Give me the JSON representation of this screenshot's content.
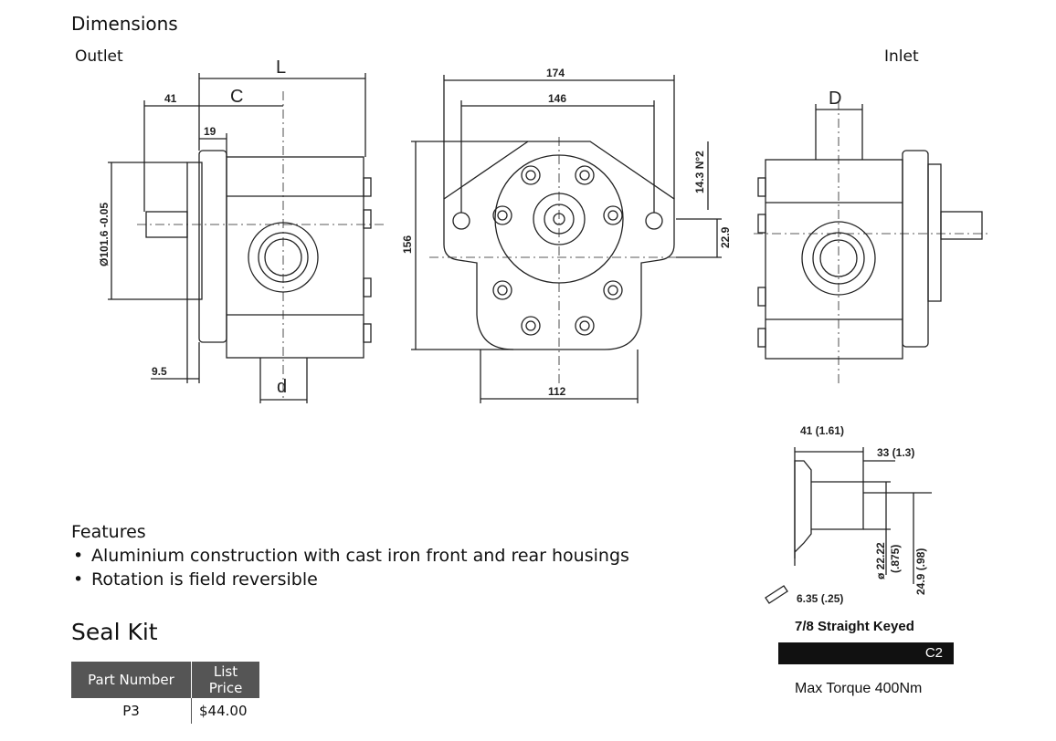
{
  "headings": {
    "dimensions": "Dimensions",
    "outlet": "Outlet",
    "inlet": "Inlet"
  },
  "side_view": {
    "dim_L": "L",
    "dim_C": "C",
    "dim_41": "41",
    "dim_19": "19",
    "dim_9_5": "9.5",
    "dim_d": "d",
    "dim_diameter": "Ø101.6 -0.05"
  },
  "front_view": {
    "dim_174": "174",
    "dim_146": "146",
    "dim_156": "156",
    "dim_112": "112",
    "dim_22_9": "22.9",
    "dim_14_3": "14.3 N°2"
  },
  "inlet_view": {
    "dim_D": "D"
  },
  "shaft_detail": {
    "dim_41": "41 (1.61)",
    "dim_33": "33 (1.3)",
    "dim_diam": "ø 22.22",
    "dim_diam_in": "(.875)",
    "dim_24_9": "24.9 (.98)",
    "key_size": "6.35 (.25)",
    "caption": "7/8 Straight Keyed",
    "code": "C2",
    "max_torque": "Max Torque 400Nm"
  },
  "features": {
    "title": "Features",
    "items": [
      "Aluminium construction with cast iron front and rear housings",
      "Rotation is field reversible"
    ]
  },
  "seal_kit": {
    "title": "Seal Kit",
    "headers": [
      "Part Number",
      "List Price"
    ],
    "rows": [
      [
        "P3",
        "$44.00"
      ]
    ]
  }
}
